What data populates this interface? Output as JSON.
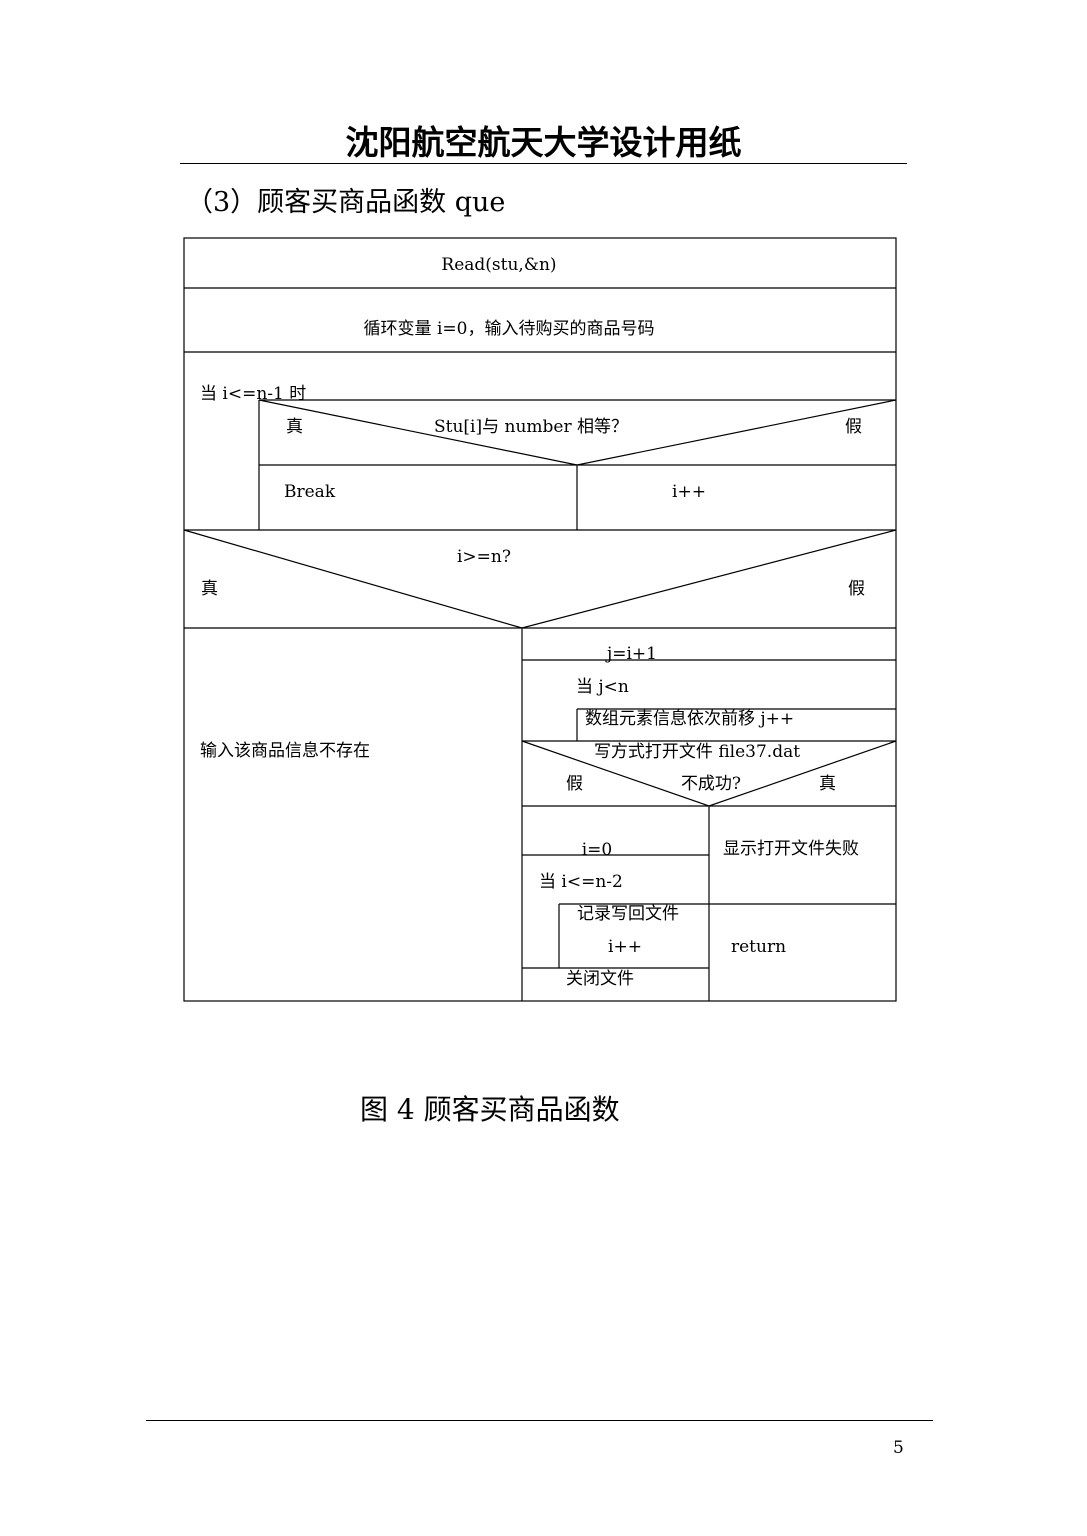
{
  "header": {
    "title": "沈阳航空航天大学设计用纸"
  },
  "section": {
    "title": "（3）顾客买商品函数 que"
  },
  "diagram": {
    "read_call": "Read(stu,&n)",
    "init_step": "循环变量 i=0，输入待购买的商品号码",
    "outer_loop": "当 i<=n-1 时",
    "compare_cond": "Stu[i]与 number 相等？",
    "compare_true": "真",
    "compare_false": "假",
    "break_step": "Break",
    "increment_i": "i++",
    "check_cond": "i>=n?",
    "check_true": "真",
    "check_false": "假",
    "not_exist_msg": "输入该商品信息不存在",
    "j_init": "j=i+1",
    "j_loop": "当 j<n",
    "shift_step": "数组元素信息依次前移 j++",
    "open_file": "写方式打开文件 file37.dat",
    "fail_false": "假",
    "fail_cond": "不成功?",
    "fail_true": "真",
    "i_reset": "i=0",
    "write_loop": "当 i<=n-2",
    "write_record": "记录写回文件",
    "write_increment": "i++",
    "close_file": "关闭文件",
    "fail_msg": "显示打开文件失败",
    "return_step": "return"
  },
  "caption": "图 4 顾客买商品函数",
  "footer": {
    "page_number": "5"
  }
}
